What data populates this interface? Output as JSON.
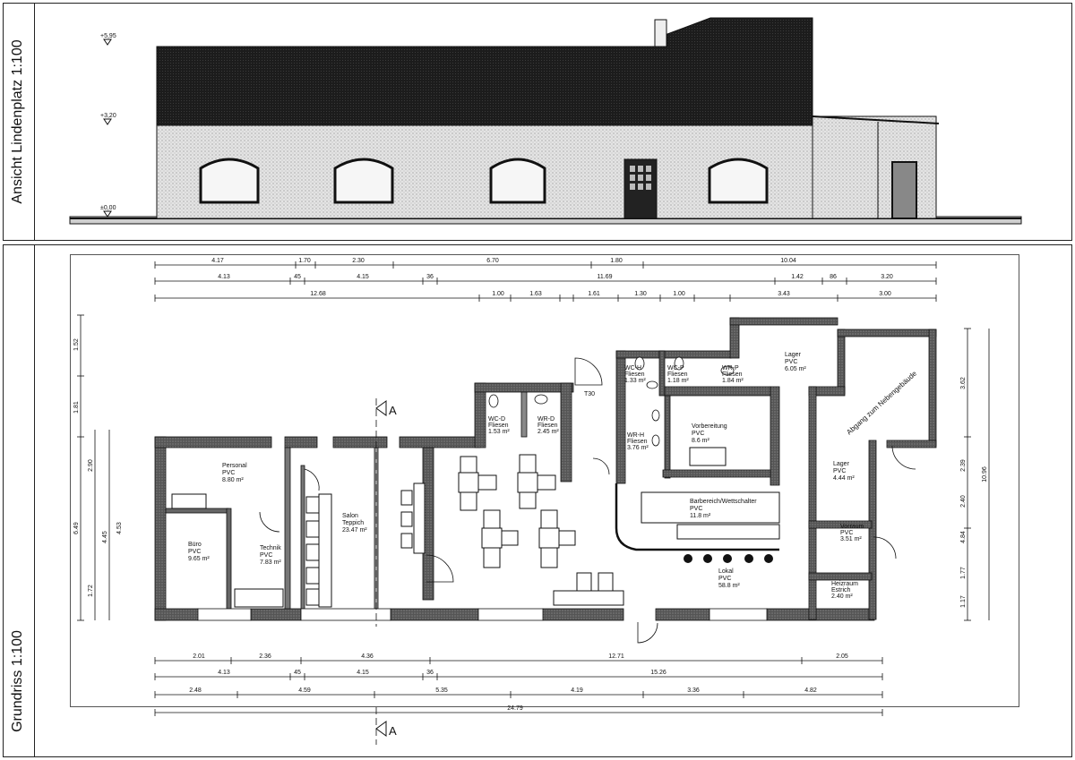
{
  "elevation": {
    "label": "Ansicht Lindenplatz 1:100",
    "levels": [
      "+5,95",
      "+3,20",
      "±0,00"
    ]
  },
  "plan": {
    "label": "Grundriss 1:100",
    "section_mark": "A",
    "rooms": [
      {
        "name": "Personal",
        "lines": [
          "Personal",
          "PVC",
          "8.80 m²"
        ]
      },
      {
        "name": "Buero",
        "lines": [
          "Büro",
          "PVC",
          "9.65 m²"
        ]
      },
      {
        "name": "Technik",
        "lines": [
          "Technik",
          "PVC",
          "7.83 m²"
        ]
      },
      {
        "name": "Salon",
        "lines": [
          "Salon",
          "Teppich",
          "23.47 m²"
        ]
      },
      {
        "name": "WC-D",
        "lines": [
          "WC-D",
          "Fliesen",
          "1.53 m²"
        ]
      },
      {
        "name": "WR-D",
        "lines": [
          "WR-D",
          "Fliesen",
          "2.45 m²"
        ]
      },
      {
        "name": "WC-H",
        "lines": [
          "WC-H",
          "Fliesen",
          "1.33 m²"
        ]
      },
      {
        "name": "WC-P",
        "lines": [
          "WC-P",
          "Fliesen",
          "1.18 m²"
        ]
      },
      {
        "name": "WR-P",
        "lines": [
          "WR-P",
          "Fliesen",
          "1.84 m²"
        ]
      },
      {
        "name": "WR-H",
        "lines": [
          "WR-H",
          "Fliesen",
          "3.76 m²"
        ]
      },
      {
        "name": "Vorbereitung",
        "lines": [
          "Vorbereitung",
          "PVC",
          "8.6 m²"
        ]
      },
      {
        "name": "Lager1",
        "lines": [
          "Lager",
          "PVC",
          "6.05 m²"
        ]
      },
      {
        "name": "Lager2",
        "lines": [
          "Lager",
          "PVC",
          "4.44 m²"
        ]
      },
      {
        "name": "Vorraum",
        "lines": [
          "Vorraum",
          "PVC",
          "3.51 m²"
        ]
      },
      {
        "name": "Heizraum",
        "lines": [
          "Heizraum",
          "Estrich",
          "2.40 m²"
        ]
      },
      {
        "name": "Barbereich",
        "lines": [
          "Barbereich/Wettschalter",
          "PVC",
          "11.8 m²"
        ]
      },
      {
        "name": "Lokal",
        "lines": [
          "Lokal",
          "PVC",
          "58.8 m²"
        ]
      }
    ],
    "annex": "Abgang zum Nebengebäude",
    "door_t30": "T30",
    "dims_top_row1": [
      "4.17",
      "1.70",
      "2.30",
      "6.70",
      "1.80",
      "10.04"
    ],
    "dims_top_row2": [
      "4.13",
      "45",
      "4.15",
      "36",
      "11.69",
      "1.42",
      "86",
      "3.20"
    ],
    "dims_top_row3": [
      "12.68",
      "1.00",
      "1.63",
      "1.61",
      "1.30",
      "1.00",
      "3.43",
      "3.00"
    ],
    "dims_bottom_row1": [
      "2.01",
      "2.36",
      "4.36",
      "12.71",
      "2.05"
    ],
    "dims_bottom_row2": [
      "4.13",
      "45",
      "4.15",
      "36",
      "15.26"
    ],
    "dims_bottom_row3": [
      "2.48",
      "4.59",
      "5.35",
      "4.19",
      "3.36",
      "4.82"
    ],
    "dims_bottom_total": "24.79",
    "dims_left": [
      "1.52",
      "1.81",
      "6.49",
      "2.90",
      "4.45",
      "4.53",
      "1.72"
    ],
    "dims_right": [
      "3.62",
      "2.39",
      "2.40",
      "10.96",
      "4.84",
      "1.77",
      "1.17"
    ]
  }
}
